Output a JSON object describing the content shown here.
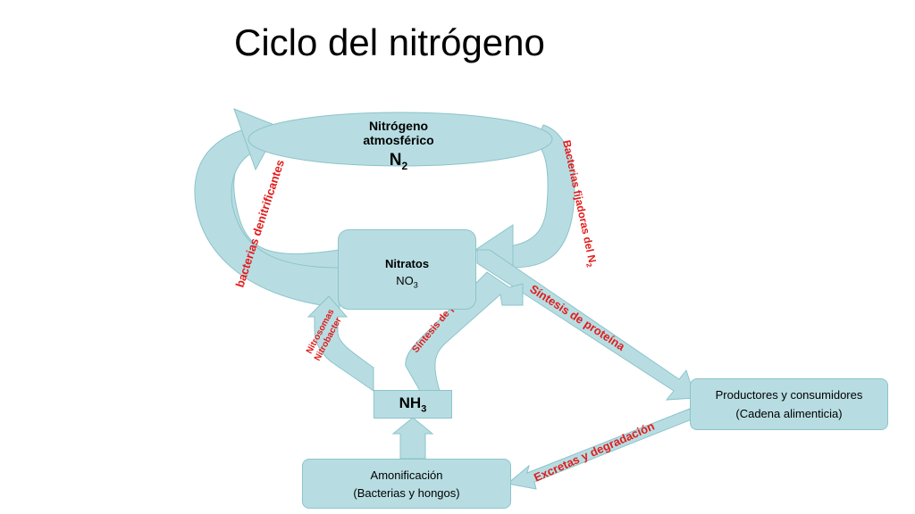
{
  "title": "Ciclo del nitrógeno",
  "atmosphere": {
    "label": "Nitrógeno atmosférico",
    "formula": "N",
    "sub": "2"
  },
  "nitrates": {
    "label": "Nitratos",
    "formula": "NO",
    "sub": "3"
  },
  "ammonia": {
    "formula": "NH",
    "sub": "3"
  },
  "ammonification": {
    "line1": "Amonificación",
    "line2": "(Bacterias y hongos)"
  },
  "producers": {
    "line1": "Productores y consumidores",
    "line2": "(Cadena alimenticia)"
  },
  "arrow_labels": {
    "denitrifying": "bacterias denitrificantes",
    "fixing": "Bacterias fijadoras del N",
    "fixing_sub": "2",
    "nitrosomas": "Nitrosomas",
    "nitrobacter": "Nitrobacter",
    "synthesis_small": "Síntesis de proteína",
    "synthesis_large": "Síntesis de proteína",
    "excretas": "Excretas y degradación"
  },
  "colors": {
    "fill": "#b7dde2",
    "stroke": "#8cc3ca",
    "label_red": "#e31b1b"
  }
}
